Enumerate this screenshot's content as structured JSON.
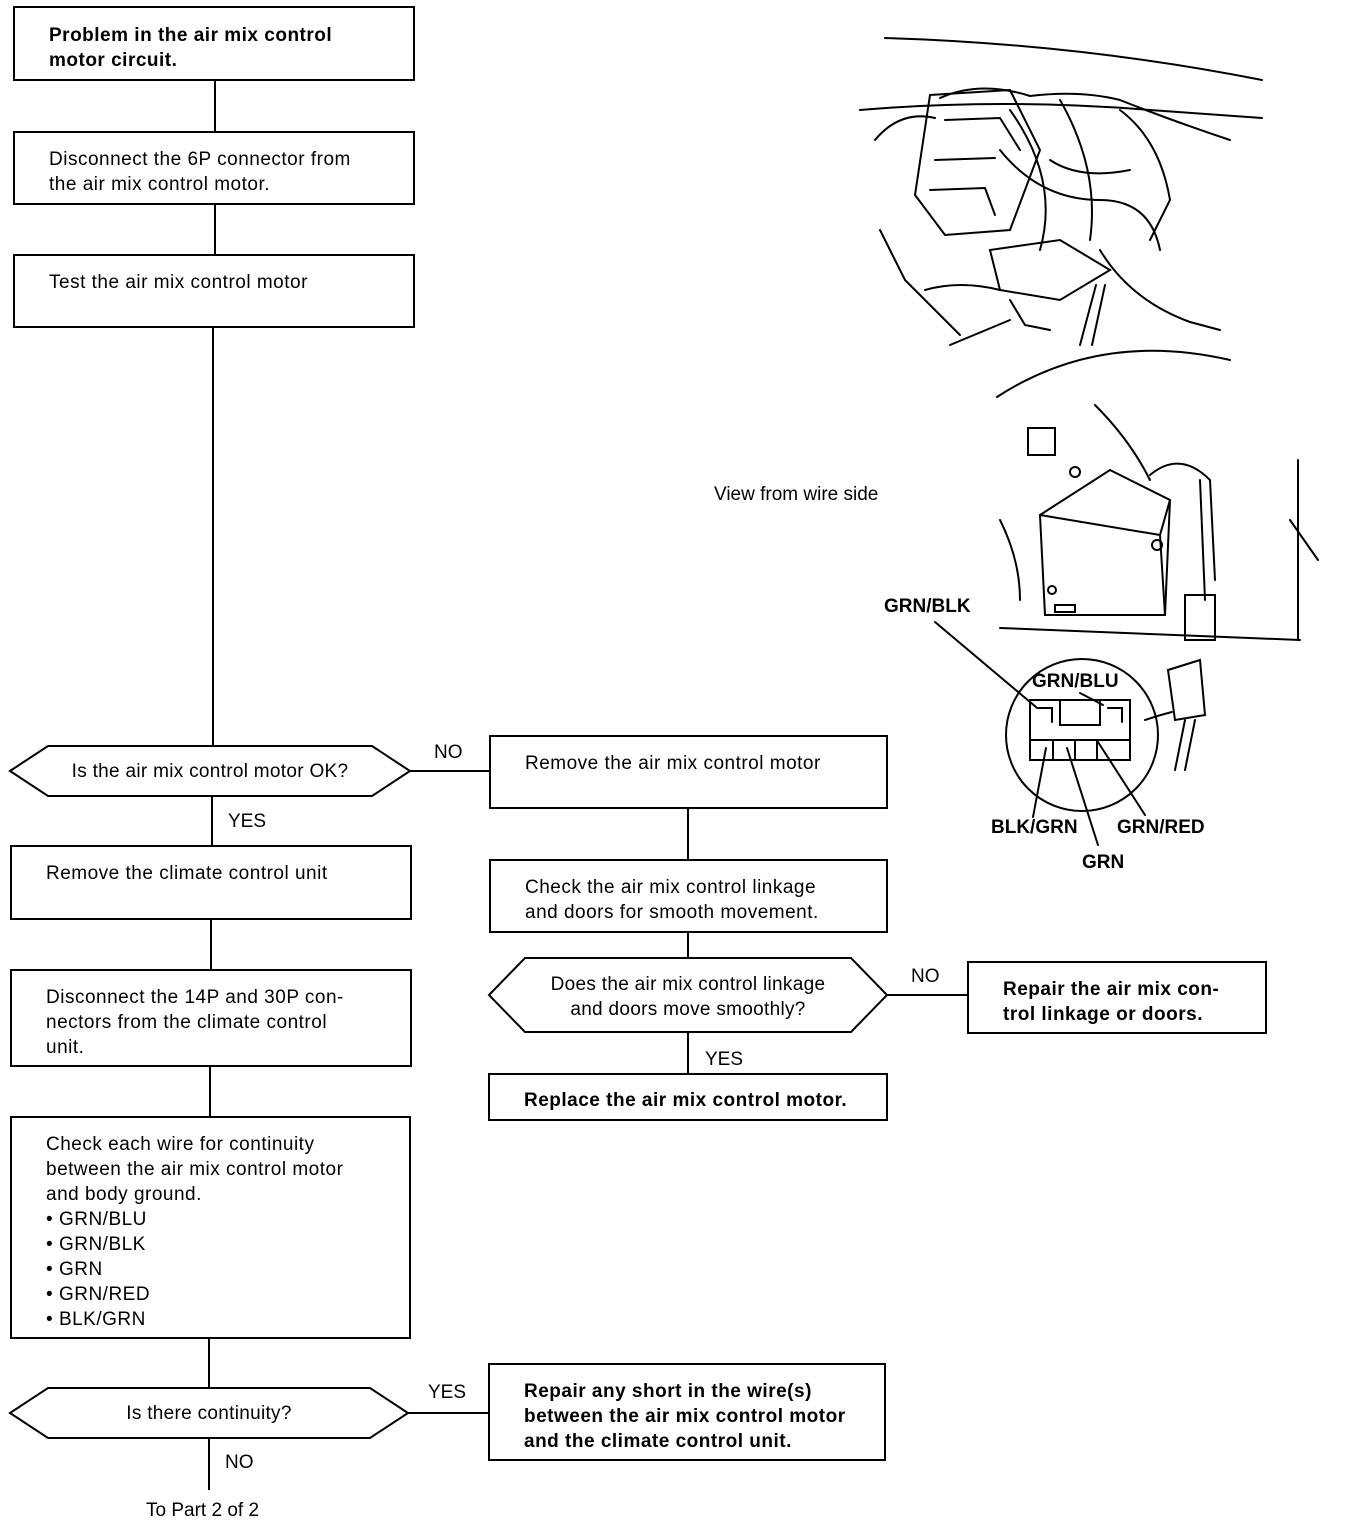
{
  "steps": {
    "problem": [
      "Problem in the air mix control",
      "motor circuit."
    ],
    "disconnect_6p": [
      "Disconnect the 6P connector from",
      "the air mix control motor."
    ],
    "test_motor": [
      "Test the air mix control motor"
    ],
    "remove_motor": [
      "Remove the air mix control motor"
    ],
    "remove_ccu": [
      "Remove the climate control unit"
    ],
    "check_linkage": [
      "Check the air mix control linkage",
      "and doors for smooth movement."
    ],
    "repair_linkage": [
      "Repair the air mix con-",
      "trol linkage or doors."
    ],
    "disconnect_14p": [
      "Disconnect the 14P and 30P con-",
      "nectors from the climate control",
      "unit."
    ],
    "replace_motor": [
      "Replace the air mix control motor."
    ],
    "check_continuity": [
      "Check each wire for continuity",
      "between the air mix control motor",
      "and body ground."
    ],
    "wire_list": [
      "GRN/BLU",
      "GRN/BLK",
      "GRN",
      "GRN/RED",
      "BLK/GRN"
    ],
    "repair_short": [
      "Repair any short in the wire(s)",
      "between the air mix control motor",
      "and the climate control unit."
    ]
  },
  "decisions": {
    "motor_ok": "Is the air mix control motor OK?",
    "linkage_smooth": [
      "Does the air mix control linkage",
      "and doors move smoothly?"
    ],
    "continuity": "Is there continuity?"
  },
  "branch_labels": {
    "motor_ok_no": "NO",
    "motor_ok_yes": "YES",
    "linkage_no": "NO",
    "linkage_yes": "YES",
    "continuity_yes": "YES",
    "continuity_no": "NO"
  },
  "continuation": "To Part 2 of 2",
  "illustration": {
    "view_label": "View from wire side",
    "wires": {
      "grn_blk": "GRN/BLK",
      "grn_blu": "GRN/BLU",
      "blk_grn": "BLK/GRN",
      "grn_red": "GRN/RED",
      "grn": "GRN"
    }
  }
}
